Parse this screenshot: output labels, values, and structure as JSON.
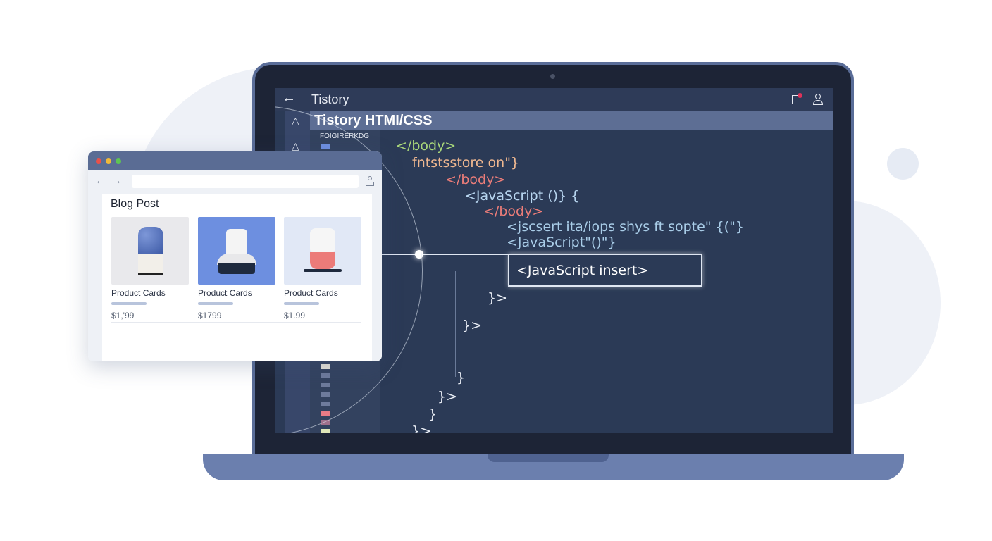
{
  "editor": {
    "app_title": "Tistory",
    "header": "Tistory HTMI/CSS",
    "sidebar_label": "FOIGIRERKDG",
    "icons": [
      "back-arrow-icon",
      "notification-icon",
      "user-icon"
    ],
    "code_lines": [
      "</body>",
      "fntstsstore on\"}",
      "</body>",
      "<JavaScript ()} {",
      "</body>",
      "<jscsert ita/iops shys ft sopte\" {(\"}",
      "<JavaScript\"()\"}",
      "}>",
      "}>",
      "}",
      "}>",
      "}",
      "}>"
    ],
    "insert_box": "<JavaScript insert>",
    "accent_colors": {
      "tag_green": "#a9d87a",
      "tag_red": "#ec7d79",
      "text_blue": "#a9cde8",
      "orange": "#f0a878"
    }
  },
  "browser": {
    "url": "",
    "page_title": "Blog Post",
    "cards": [
      {
        "title": "Product Cards",
        "price": "$1,'99"
      },
      {
        "title": "Product Cards",
        "price": "$1799"
      },
      {
        "title": "Product Cards",
        "price": "$1.99"
      }
    ]
  }
}
